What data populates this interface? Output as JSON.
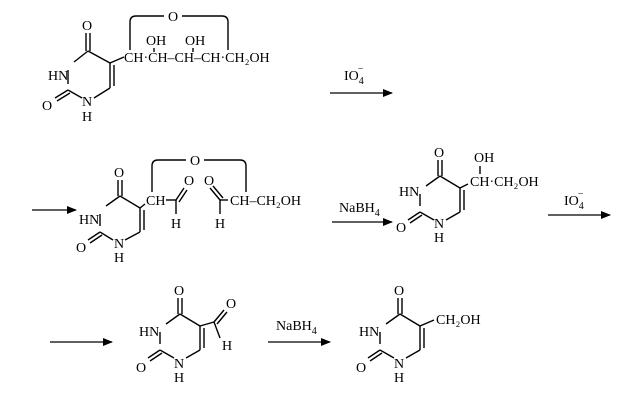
{
  "atoms": {
    "O": "O",
    "N": "N",
    "H": "H",
    "HN": "HN"
  },
  "reagents": {
    "periodate": "IO",
    "periodate_sub": "4",
    "periodate_sup": "−",
    "borohydride": "NaBH",
    "borohydride_sub": "4"
  },
  "chain1": {
    "text": "CH·CH–CH–CH·CH₂OH",
    "oh_1": "OH",
    "oh_2": "OH",
    "ring_o": "O"
  },
  "chain2": {
    "ch": "CH",
    "ring_o": "O",
    "ch2oh": "CH–CH₂OH"
  },
  "chain3": {
    "ch": "CH·CH₂OH",
    "oh": "OH"
  },
  "chain5": {
    "ch2oh": "CH₂OH"
  }
}
